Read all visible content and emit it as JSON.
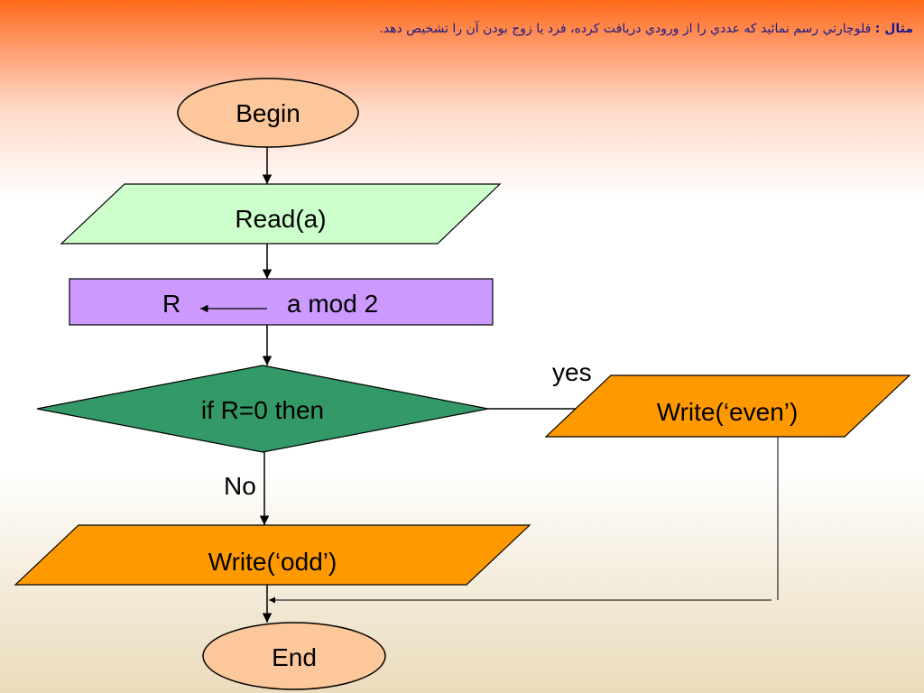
{
  "title": {
    "prefix": "مثال :",
    "text": "فلوچارتي رسم نمائيد که عددي را از ورودي دريافت کرده، فرد يا زوج بودن آن را تشخيص دهد."
  },
  "flowchart": {
    "begin": "Begin",
    "read": "Read(a)",
    "assign_var": "R",
    "assign_expr": "a mod 2",
    "decision": "if R=0 then",
    "yes_label": "yes",
    "no_label": "No",
    "write_even": "Write(‘even’)",
    "write_odd": "Write(‘odd’)",
    "end": "End"
  },
  "colors": {
    "terminal": "#fcc79a",
    "input": "#ccffcc",
    "process": "#cc99ff",
    "decision": "#339966",
    "output": "#ff9900"
  }
}
